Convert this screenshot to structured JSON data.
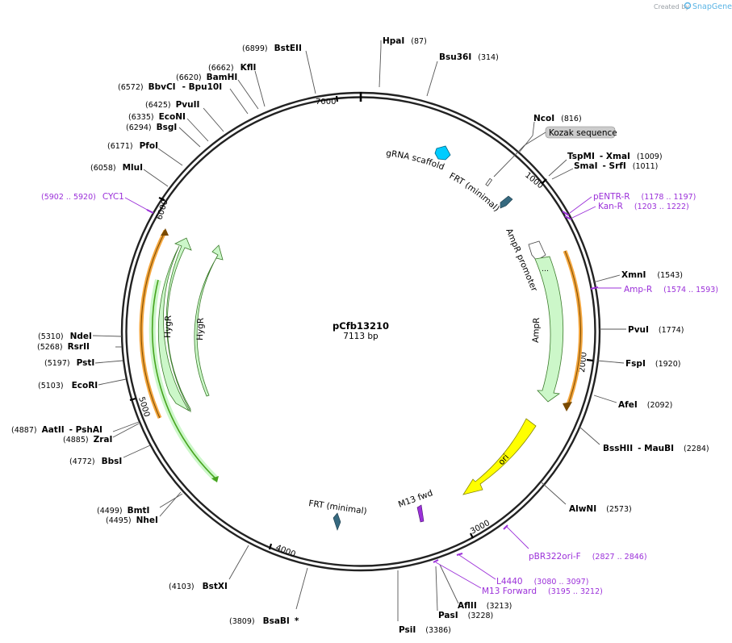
{
  "credit": {
    "prefix": "Created by",
    "brand": "SnapGene",
    "brand_color": "#5ab4e5"
  },
  "plasmid": {
    "name": "pCfb13210",
    "size_label": "7113 bp"
  },
  "backbone_color": "#222222",
  "tick_labels": [
    "1000",
    "2000",
    "3000",
    "4000",
    "5000",
    "6000",
    "7000"
  ],
  "sites": [
    {
      "name": "HpaI",
      "pos": "(87)"
    },
    {
      "name": "Bsu36I",
      "pos": "(314)"
    },
    {
      "name": "NcoI",
      "pos": "(816)"
    },
    {
      "name": "TspMI",
      "name2": "XmaI",
      "pos": "(1009)"
    },
    {
      "name": "SmaI",
      "name2": "SrfI",
      "pos": "(1011)"
    },
    {
      "name": "XmnI",
      "pos": "(1543)"
    },
    {
      "name": "PvuI",
      "pos": "(1774)"
    },
    {
      "name": "FspI",
      "pos": "(1920)"
    },
    {
      "name": "AfeI",
      "pos": "(2092)"
    },
    {
      "name": "BssHII",
      "name2": "MauBI",
      "pos": "(2284)"
    },
    {
      "name": "AlwNI",
      "pos": "(2573)"
    },
    {
      "name": "AflII",
      "pos": "(3213)"
    },
    {
      "name": "PasI",
      "pos": "(3228)"
    },
    {
      "name": "PsiI",
      "pos": "(3386)"
    },
    {
      "name": "BsaBI",
      "star": "*",
      "pos": "(3809)"
    },
    {
      "name": "BstXI",
      "pos": "(4103)"
    },
    {
      "name": "NheI",
      "pos": "(4495)"
    },
    {
      "name": "BmtI",
      "pos": "(4499)"
    },
    {
      "name": "BbsI",
      "pos": "(4772)"
    },
    {
      "name": "ZraI",
      "pos": "(4885)"
    },
    {
      "name": "AatII",
      "name2": "PshAI",
      "pos": "(4887)"
    },
    {
      "name": "EcoRI",
      "pos": "(5103)"
    },
    {
      "name": "PstI",
      "pos": "(5197)"
    },
    {
      "name": "RsrII",
      "pos": "(5268)"
    },
    {
      "name": "NdeI",
      "pos": "(5310)"
    },
    {
      "name": "MluI",
      "pos": "(6058)"
    },
    {
      "name": "PfoI",
      "pos": "(6171)"
    },
    {
      "name": "BsgI",
      "pos": "(6294)"
    },
    {
      "name": "EcoNI",
      "pos": "(6335)"
    },
    {
      "name": "PvuII",
      "pos": "(6425)"
    },
    {
      "name": "BbvCI",
      "name2": "Bpu10I",
      "pos": "(6572)"
    },
    {
      "name": "BamHI",
      "pos": "(6620)"
    },
    {
      "name": "KflI",
      "pos": "(6662)"
    },
    {
      "name": "BstEII",
      "pos": "(6899)"
    }
  ],
  "primers": [
    {
      "name": "pENTR-R",
      "range": "(1178 .. 1197)"
    },
    {
      "name": "Kan-R",
      "range": "(1203 .. 1222)"
    },
    {
      "name": "Amp-R",
      "range": "(1574 .. 1593)"
    },
    {
      "name": "pBR322ori-F",
      "range": "(2827 .. 2846)"
    },
    {
      "name": "L4440",
      "range": "(3080 .. 3097)"
    },
    {
      "name": "M13 Forward",
      "range": "(3195 .. 3212)"
    },
    {
      "name": "CYC1",
      "range": "(5902 .. 5920)"
    }
  ],
  "features": {
    "kozak": "Kozak sequence",
    "grna": "gRNA scaffold",
    "frt1": "FRT (minimal)",
    "amp_promoter": "AmpR promoter",
    "ampr": "AmpR",
    "ori": "ori",
    "m13fwd": "M13 fwd",
    "frt2": "FRT (minimal)",
    "hygr1": "HygR",
    "hygr2": "HygR"
  },
  "feature_colors": {
    "ampr": "#ccf7c9",
    "hygr": "#ccf7c9",
    "ori": "#ffff00",
    "grna": "#00ccff",
    "frt": "#36697f",
    "m13": "#9b30d9",
    "orange_orf": "#f4a63d",
    "green_orf": "#46a41e",
    "kozak_box": "#cccccc"
  }
}
